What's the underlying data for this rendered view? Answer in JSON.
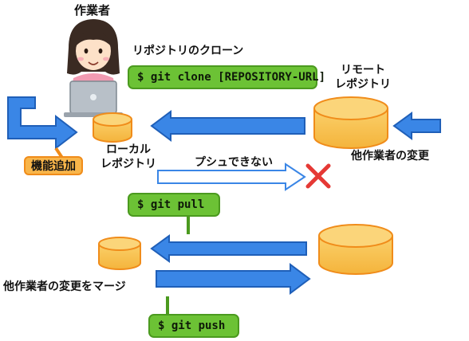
{
  "worker": {
    "label": "作業者"
  },
  "clone": {
    "caption": "リポジトリのクローン",
    "command": "$ git clone [REPOSITORY-URL]"
  },
  "remote": {
    "label": "リモート\nレポジトリ"
  },
  "local": {
    "label": "ローカル\nレポジトリ"
  },
  "feature": {
    "label": "機能追加"
  },
  "push_fail": {
    "caption": "プシュできない"
  },
  "others": {
    "label": "他作業者の変更"
  },
  "pull": {
    "command": "$ git pull"
  },
  "merge": {
    "label": "他作業者の変更をマージ"
  },
  "push": {
    "command": "$ git push"
  },
  "colors": {
    "arrow_blue": "#3a86e6",
    "arrow_edge": "#1f5fb8",
    "repo_fill": "#f8c24e",
    "repo_edge": "#f08c1a",
    "cmd_green": "#6cc235",
    "error_red": "#e53935"
  },
  "icons": [
    "person-illustration",
    "laptop-icon",
    "cross-icon"
  ]
}
